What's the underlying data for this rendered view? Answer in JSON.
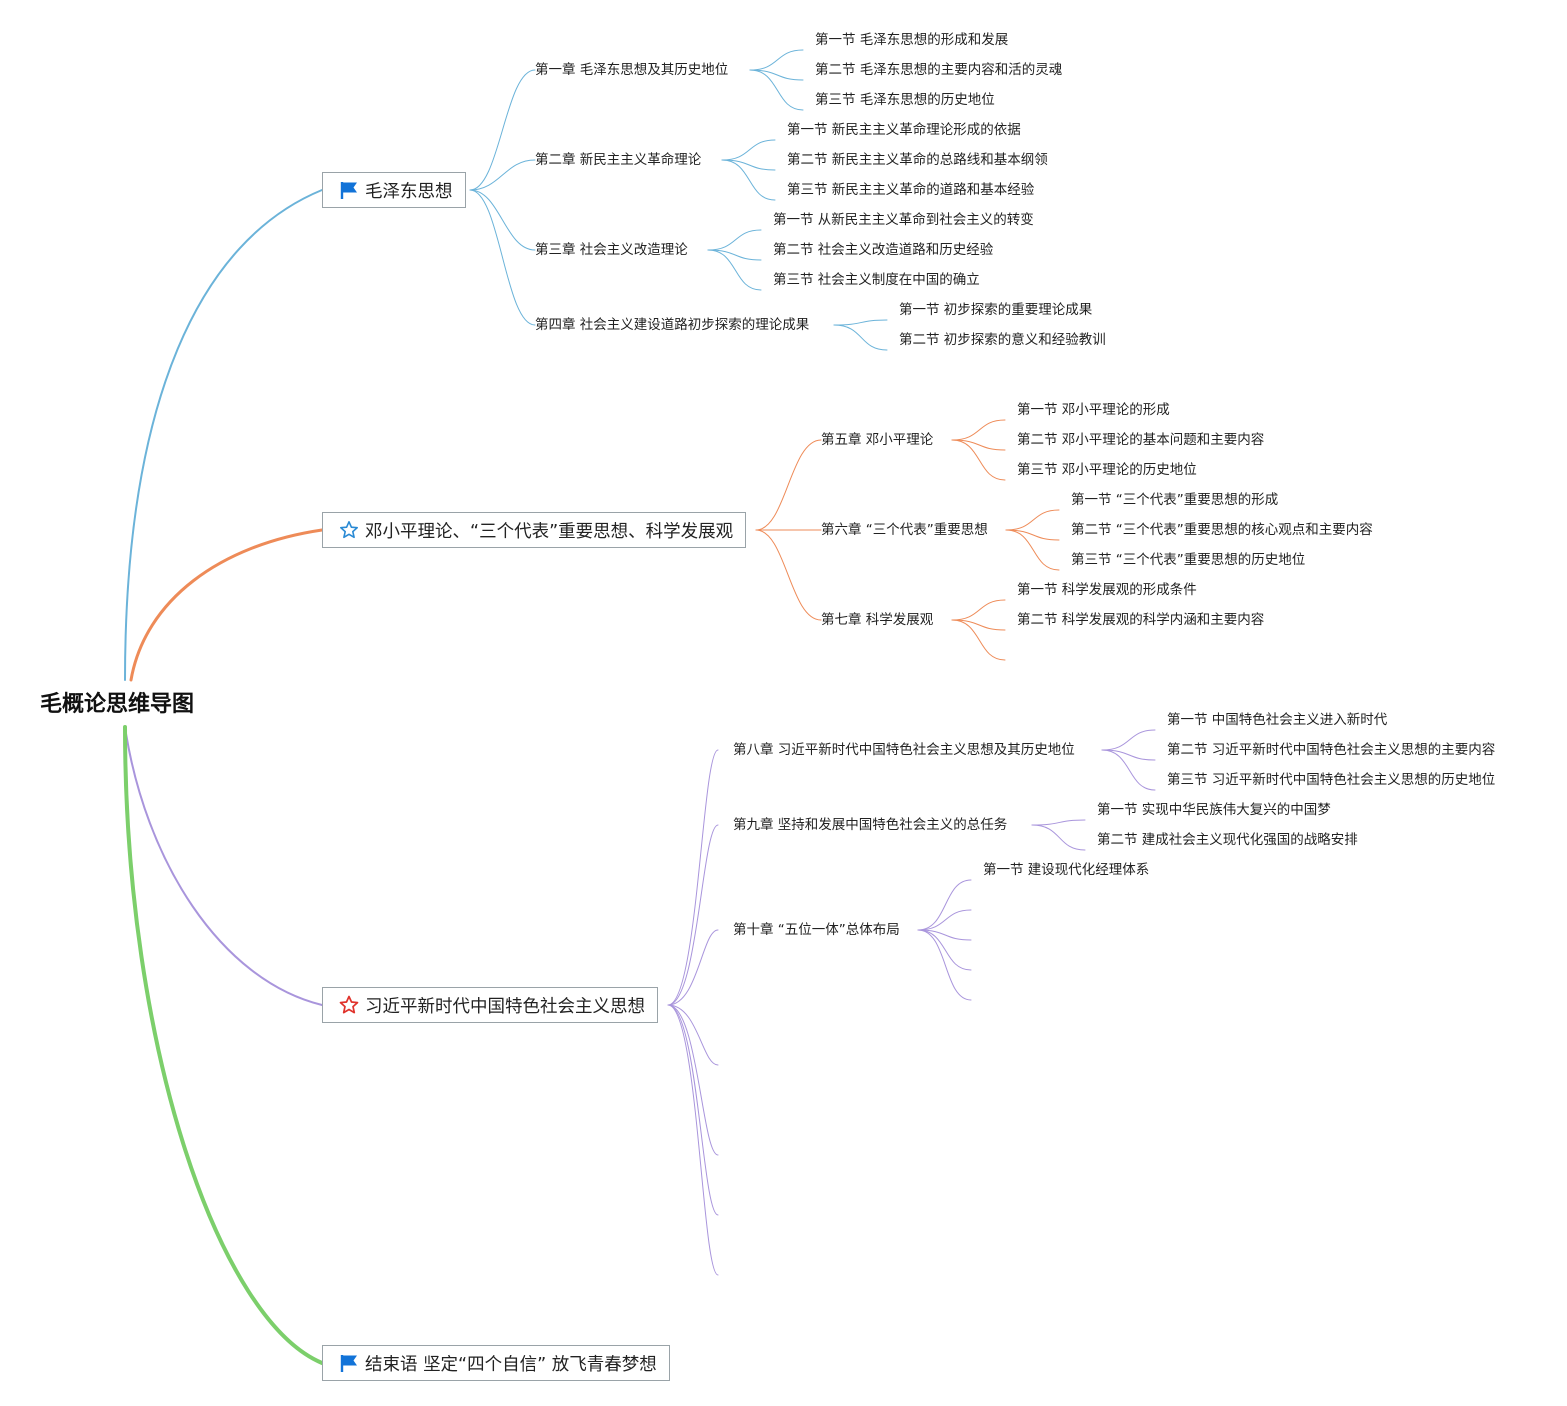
{
  "root": {
    "label": "毛概论思维导图"
  },
  "colors": {
    "branch1": "#6bb3d9",
    "branch2": "#ee8b58",
    "branch3": "#a995dc",
    "branch4": "#7ccf6b",
    "flag_icon": "#1273d8",
    "star_blue_icon": "#2a8ad4",
    "star_red_icon": "#e0322b"
  },
  "branches": [
    {
      "label": "毛泽东思想",
      "icon": "flag-icon",
      "chapters": [
        {
          "label": "第一章 毛泽东思想及其历史地位",
          "sections": [
            "第一节 毛泽东思想的形成和发展",
            "第二节 毛泽东思想的主要内容和活的灵魂",
            "第三节 毛泽东思想的历史地位"
          ]
        },
        {
          "label": "第二章 新民主主义革命理论",
          "sections": [
            "第一节 新民主主义革命理论形成的依据",
            "第二节 新民主主义革命的总路线和基本纲领",
            "第三节 新民主主义革命的道路和基本经验"
          ]
        },
        {
          "label": "第三章 社会主义改造理论",
          "sections": [
            "第一节 从新民主主义革命到社会主义的转变",
            "第二节 社会主义改造道路和历史经验",
            "第三节 社会主义制度在中国的确立"
          ]
        },
        {
          "label": "第四章 社会主义建设道路初步探索的理论成果",
          "sections": [
            "第一节 初步探索的重要理论成果",
            "第二节 初步探索的意义和经验教训"
          ]
        }
      ]
    },
    {
      "label": "邓小平理论、“三个代表”重要思想、科学发展观",
      "icon": "star-outline-icon",
      "chapters": [
        {
          "label": "第五章 邓小平理论",
          "sections": [
            "第一节 邓小平理论的形成",
            "第二节 邓小平理论的基本问题和主要内容",
            "第三节 邓小平理论的历史地位"
          ]
        },
        {
          "label": "第六章 “三个代表”重要思想",
          "sections": [
            "第一节 “三个代表”重要思想的形成",
            "第二节 “三个代表”重要思想的核心观点和主要内容",
            "第三节 “三个代表”重要思想的历史地位"
          ]
        },
        {
          "label": "第七章 科学发展观",
          "sections": [
            "第一节 科学发展观的形成条件",
            "第二节 科学发展观的科学内涵和主要内容",
            ""
          ]
        }
      ]
    },
    {
      "label": "习近平新时代中国特色社会主义思想",
      "icon": "star-red-icon",
      "chapters": [
        {
          "label": "第八章 习近平新时代中国特色社会主义思想及其历史地位",
          "sections": [
            "第一节 中国特色社会主义进入新时代",
            "第二节 习近平新时代中国特色社会主义思想的主要内容",
            "第三节 习近平新时代中国特色社会主义思想的历史地位"
          ]
        },
        {
          "label": "第九章 坚持和发展中国特色社会主义的总任务",
          "sections": [
            "第一节 实现中华民族伟大复兴的中国梦",
            "第二节 建成社会主义现代化强国的战略安排"
          ]
        },
        {
          "label": "第十章 “五位一体”总体布局",
          "sections": [
            "第一节 建设现代化经理体系",
            "",
            "",
            "",
            ""
          ]
        },
        {
          "label": "",
          "sections": []
        },
        {
          "label": "",
          "sections": []
        },
        {
          "label": "",
          "sections": []
        },
        {
          "label": "",
          "sections": []
        }
      ]
    },
    {
      "label": "结束语 坚定“四个自信” 放飞青春梦想",
      "icon": "flag-icon",
      "chapters": []
    }
  ]
}
